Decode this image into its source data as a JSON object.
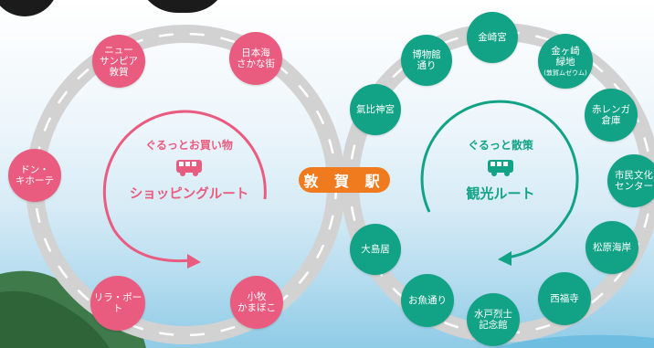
{
  "station": "敦 賀 駅",
  "shopping": {
    "subtitle": "ぐるっとお買い物",
    "title": "ショッピングルート",
    "stops": [
      {
        "line1": "ニュー",
        "line2": "サンピア",
        "line3": "敦賀"
      },
      {
        "line1": "日本海",
        "line2": "さかな街"
      },
      {
        "line1": "ドン・",
        "line2": "キホーテ"
      },
      {
        "line1": "リラ・ポート"
      },
      {
        "line1": "小牧",
        "line2": "かまぼこ"
      }
    ]
  },
  "sightseeing": {
    "subtitle": "ぐるっと散策",
    "title": "観光ルート",
    "stops": [
      {
        "line1": "金崎宮"
      },
      {
        "line1": "博物館",
        "line2": "通り"
      },
      {
        "line1": "金ヶ崎",
        "line2": "緑地",
        "small": "(敦賀ムゼウム)"
      },
      {
        "line1": "氣比神宮"
      },
      {
        "line1": "赤レンガ",
        "line2": "倉庫"
      },
      {
        "line1": "市民文化",
        "line2": "センター"
      },
      {
        "line1": "大島居"
      },
      {
        "line1": "松原海岸"
      },
      {
        "line1": "お魚通り"
      },
      {
        "line1": "西福寺"
      },
      {
        "line1": "水戸烈士",
        "line2": "記念館"
      }
    ]
  },
  "colors": {
    "shopping": "#ea5c7f",
    "sightseeing": "#12a386",
    "station": "#f07a1e",
    "road": "#cfcfcf"
  }
}
